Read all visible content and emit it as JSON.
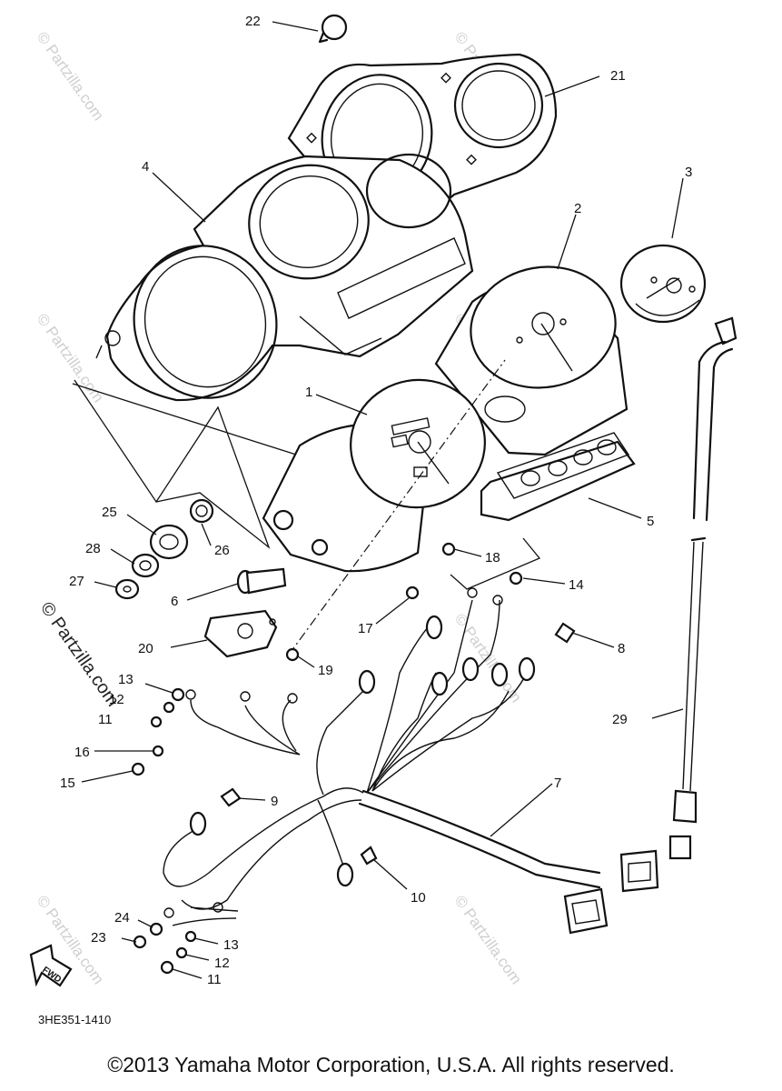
{
  "diagram": {
    "callouts": [
      "22",
      "21",
      "4",
      "3",
      "2",
      "1",
      "5",
      "25",
      "26",
      "28",
      "27",
      "6",
      "18",
      "14",
      "17",
      "8",
      "20",
      "19",
      "13",
      "12",
      "11",
      "16",
      "15",
      "29",
      "9",
      "7",
      "10",
      "24",
      "23",
      "13",
      "12",
      "11"
    ],
    "diagram_code": "3HE351-1410",
    "fwd_label": "FWD",
    "watermark": "© Partzilla.com"
  },
  "footer": {
    "copyright": "©2013 Yamaha Motor Corporation, U.S.A. All rights reserved."
  }
}
